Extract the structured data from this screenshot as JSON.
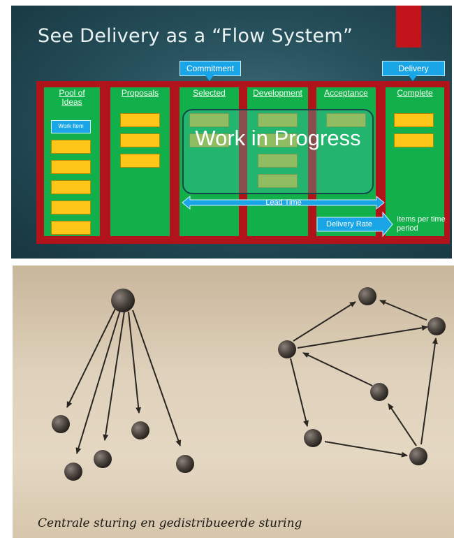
{
  "slide": {
    "title": "See Delivery as a “Flow System”",
    "commitment_tag": "Commitment",
    "delivery_tag": "Delivery",
    "columns": [
      {
        "label": "Pool of Ideas"
      },
      {
        "label": "Proposals"
      },
      {
        "label": "Selected"
      },
      {
        "label": "Development"
      },
      {
        "label": "Acceptance"
      },
      {
        "label": "Complete"
      }
    ],
    "work_item_label": "Work Item",
    "wip_label": "Work in Progress",
    "lead_time_label": "Lead Time",
    "delivery_rate_label": "Delivery Rate",
    "items_per_period_label": "Items per time period",
    "colors": {
      "board": "#b0131a",
      "column": "#12b04a",
      "card": "#ffc61a",
      "arrow": "#1aa5e6"
    }
  },
  "photo": {
    "caption": "Centrale sturing en gedistribueerde sturing",
    "node_color": "#4d4640"
  }
}
